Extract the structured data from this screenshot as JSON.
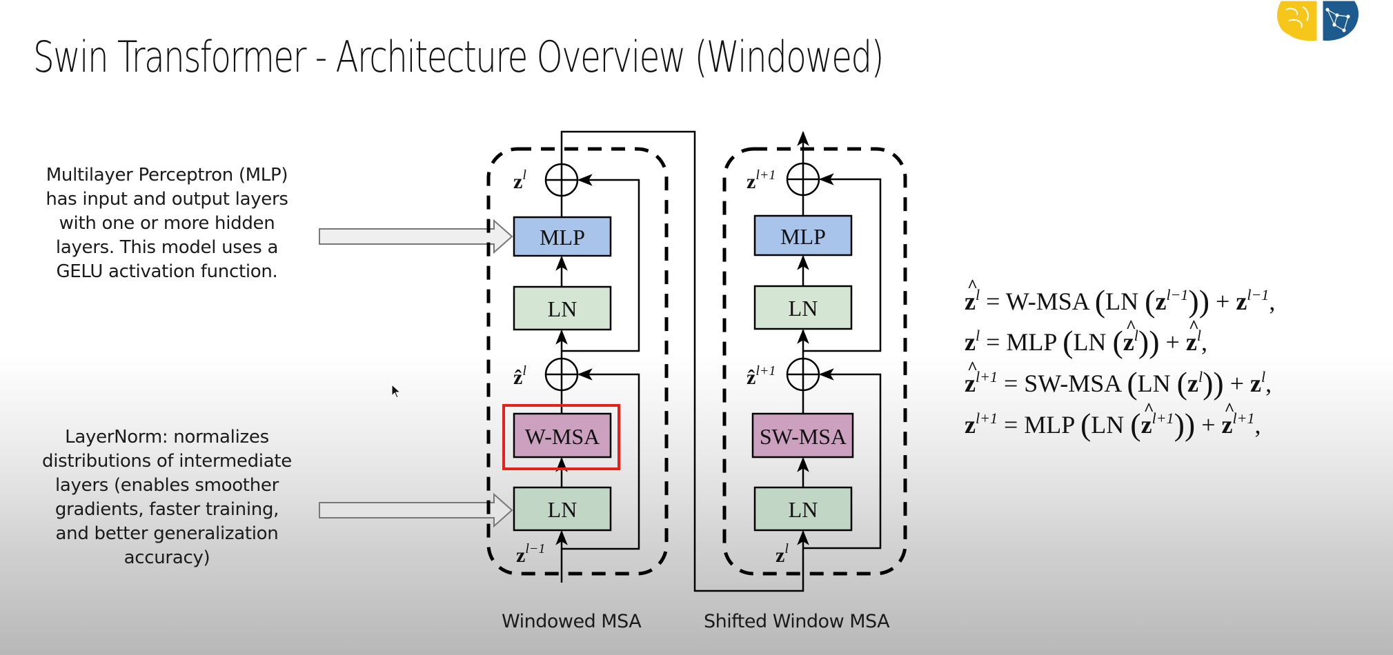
{
  "slide": {
    "title": "Swin Transformer - Architecture Overview (Windowed)"
  },
  "logo": {
    "name": "brain-logo",
    "colors": {
      "left": "#f6c71a",
      "right": "#1d5a8e"
    }
  },
  "notes": {
    "mlp": "Multilayer Perceptron (MLP) has input and output layers with one or more hidden layers. This model uses a GELU activation function.",
    "layernorm": "LayerNorm: normalizes distributions of intermediate layers (enables smoother gradients, faster training, and better generalization accuracy)"
  },
  "diagram": {
    "windowed_block": {
      "caption": "Windowed MSA",
      "output_label": "z",
      "output_sup": "l",
      "mid_label": "ẑ",
      "mid_sup": "l",
      "input_label": "z",
      "input_sup": "l−1",
      "boxes": {
        "mlp": "MLP",
        "ln_top": "LN",
        "msa": "W-MSA",
        "ln_bottom": "LN"
      },
      "highlight": "W-MSA"
    },
    "shifted_block": {
      "caption": "Shifted Window MSA",
      "output_label": "z",
      "output_sup": "l+1",
      "mid_label": "ẑ",
      "mid_sup": "l+1",
      "input_label": "z",
      "input_sup": "l",
      "boxes": {
        "mlp": "MLP",
        "ln_top": "LN",
        "msa": "SW-MSA",
        "ln_bottom": "LN"
      }
    },
    "colors": {
      "mlp_fill": "#a8c4ea",
      "ln_fill": "#d4e5d4",
      "msa_fill": "#cca1c0",
      "highlight": "#e8201a"
    }
  },
  "equations": [
    {
      "lhs": "z",
      "lhs_hat": true,
      "lhs_sup": "l",
      "op": "W-MSA",
      "inner": "LN",
      "arg": "z",
      "arg_hat": false,
      "arg_sup": "l−1",
      "res": "z",
      "res_hat": false,
      "res_sup": "l−1"
    },
    {
      "lhs": "z",
      "lhs_hat": false,
      "lhs_sup": "l",
      "op": "MLP",
      "inner": "LN",
      "arg": "z",
      "arg_hat": true,
      "arg_sup": "l",
      "res": "z",
      "res_hat": true,
      "res_sup": "l"
    },
    {
      "lhs": "z",
      "lhs_hat": true,
      "lhs_sup": "l+1",
      "op": "SW-MSA",
      "inner": "LN",
      "arg": "z",
      "arg_hat": false,
      "arg_sup": "l",
      "res": "z",
      "res_hat": false,
      "res_sup": "l"
    },
    {
      "lhs": "z",
      "lhs_hat": false,
      "lhs_sup": "l+1",
      "op": "MLP",
      "inner": "LN",
      "arg": "z",
      "arg_hat": true,
      "arg_sup": "l+1",
      "res": "z",
      "res_hat": true,
      "res_sup": "l+1"
    }
  ]
}
